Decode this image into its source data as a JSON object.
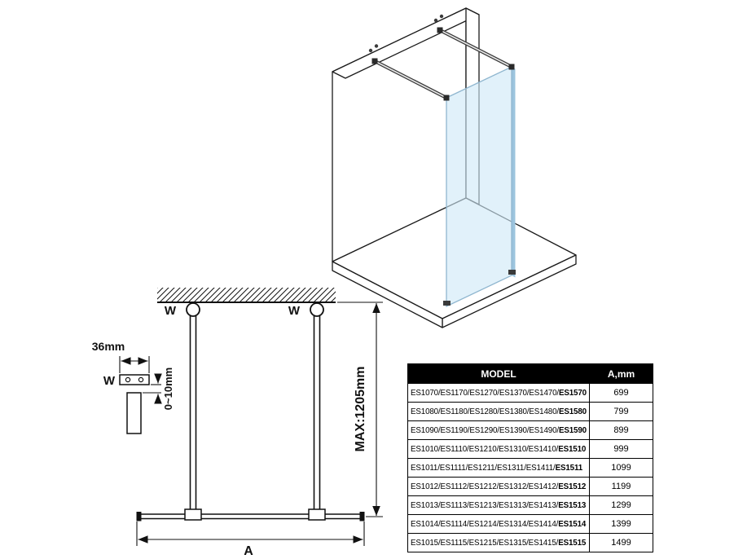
{
  "colors": {
    "glass_fill": "#cfe8f7",
    "glass_edge": "#9cc4de",
    "line": "#111111",
    "table_header_bg": "#000000",
    "table_header_text": "#ffffff"
  },
  "plan": {
    "wall_mount_label_left": "W",
    "wall_mount_label_right": "W",
    "bracket_label": "W",
    "bracket_width": "36mm",
    "adjust_range": "0~10mm",
    "max_height": "MAX:1205mm",
    "width_label": "A"
  },
  "table": {
    "header": {
      "model": "MODEL",
      "a_mm": "A,mm"
    },
    "rows": [
      {
        "model": "ES1070/ES1170/ES1270/ES1370/ES1470/ES1570",
        "a_mm": "699"
      },
      {
        "model": "ES1080/ES1180/ES1280/ES1380/ES1480/ES1580",
        "a_mm": "799"
      },
      {
        "model": "ES1090/ES1190/ES1290/ES1390/ES1490/ES1590",
        "a_mm": "899"
      },
      {
        "model": "ES1010/ES1110/ES1210/ES1310/ES1410/ES1510",
        "a_mm": "999"
      },
      {
        "model": "ES1011/ES1111/ES1211/ES1311/ES1411/ES1511",
        "a_mm": "1099"
      },
      {
        "model": "ES1012/ES1112/ES1212/ES1312/ES1412/ES1512",
        "a_mm": "1199"
      },
      {
        "model": "ES1013/ES1113/ES1213/ES1313/ES1413/ES1513",
        "a_mm": "1299"
      },
      {
        "model": "ES1014/ES1114/ES1214/ES1314/ES1414/ES1514",
        "a_mm": "1399"
      },
      {
        "model": "ES1015/ES1115/ES1215/ES1315/ES1415/ES1515",
        "a_mm": "1499"
      }
    ]
  }
}
